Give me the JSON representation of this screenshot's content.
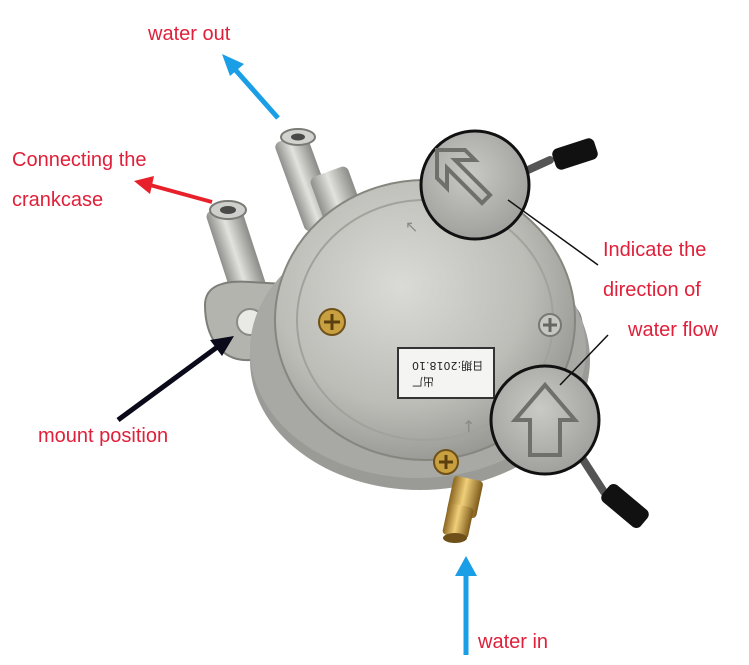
{
  "labels": {
    "water_out": "water out",
    "crankcase_line1": "Connecting the",
    "crankcase_line2": "crankcase",
    "indicate_line1": "Indicate the",
    "indicate_line2": "direction of",
    "indicate_line3": "water flow",
    "mount_position": "mount position",
    "water_in": "water in"
  },
  "nameplate": {
    "line1": "出厂",
    "line2": "日期:2018.10"
  },
  "colors": {
    "label_text": "#e0203a",
    "water_arrow": "#1a9ee6",
    "crankcase_arrow": "#e8202a",
    "mount_arrow": "#0a0a1a",
    "pump_body": "#b9b9b4",
    "brass": "#c9a040"
  }
}
